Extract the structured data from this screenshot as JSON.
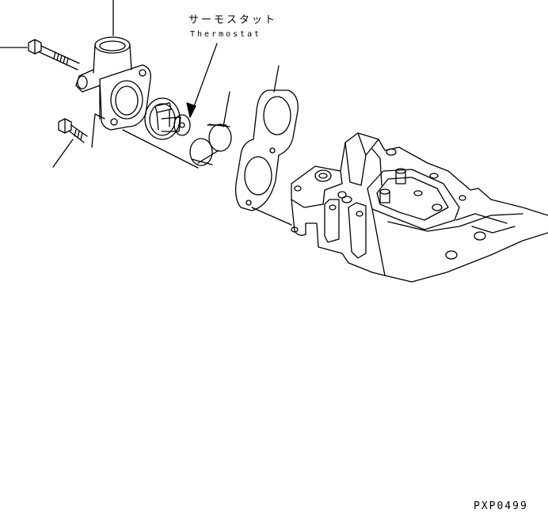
{
  "labels": {
    "thermostat_jp": "サーモスタット",
    "thermostat_en": "Thermostat"
  },
  "figure_code": "PXP0499",
  "colors": {
    "ink": "#000000",
    "paper": "#ffffff"
  }
}
